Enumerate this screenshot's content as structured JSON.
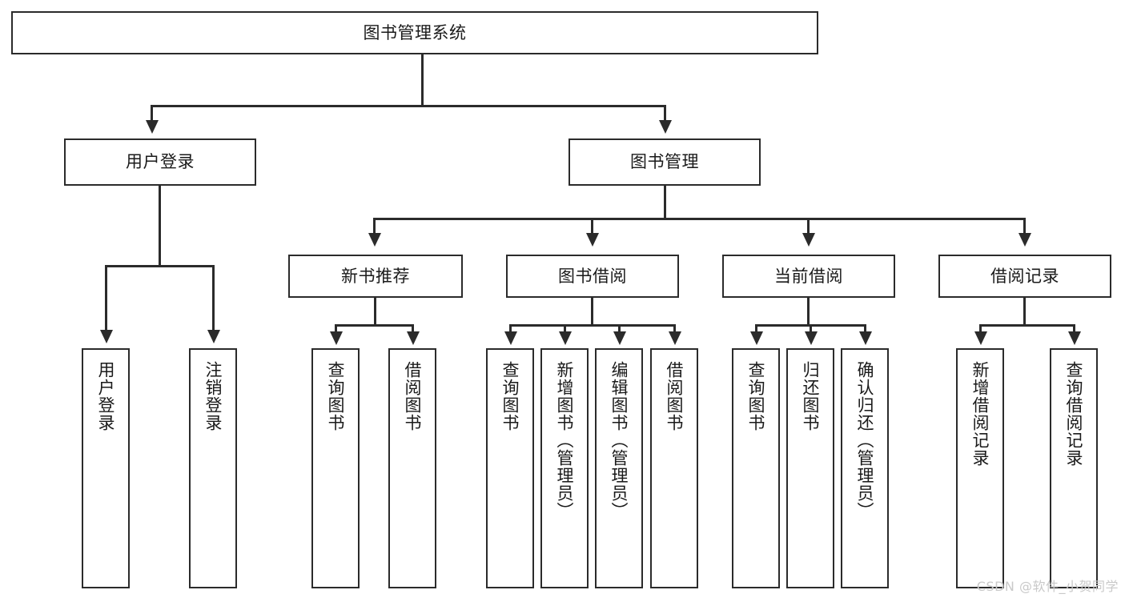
{
  "diagram": {
    "type": "tree-hierarchy-diagram",
    "title": "图书管理系统",
    "colors": {
      "stroke": "#2b2b2b",
      "fill": "#ffffff",
      "text": "#1a1a1a",
      "watermark": "#c9c9c9"
    },
    "levels": [
      {
        "level": 1,
        "nodes": [
          {
            "id": "root",
            "label": "图书管理系统",
            "orientation": "horizontal"
          }
        ]
      },
      {
        "level": 2,
        "nodes": [
          {
            "id": "login",
            "label": "用户登录",
            "orientation": "horizontal",
            "parent": "root"
          },
          {
            "id": "bookmgmt",
            "label": "图书管理",
            "orientation": "horizontal",
            "parent": "root"
          }
        ]
      },
      {
        "level": 3,
        "nodes": [
          {
            "id": "newbook",
            "label": "新书推荐",
            "orientation": "horizontal",
            "parent": "bookmgmt"
          },
          {
            "id": "borrow",
            "label": "图书借阅",
            "orientation": "horizontal",
            "parent": "bookmgmt"
          },
          {
            "id": "current",
            "label": "当前借阅",
            "orientation": "horizontal",
            "parent": "bookmgmt"
          },
          {
            "id": "record",
            "label": "借阅记录",
            "orientation": "horizontal",
            "parent": "bookmgmt"
          }
        ]
      },
      {
        "level": 4,
        "nodes": [
          {
            "id": "leaf-user-login",
            "label": "用户登录",
            "orientation": "vertical",
            "parent": "login"
          },
          {
            "id": "leaf-user-logout",
            "label": "注销登录",
            "orientation": "vertical",
            "parent": "login"
          },
          {
            "id": "leaf-query-book-1",
            "label": "查询图书",
            "orientation": "vertical",
            "parent": "newbook"
          },
          {
            "id": "leaf-borrow-book-1",
            "label": "借阅图书",
            "orientation": "vertical",
            "parent": "newbook"
          },
          {
            "id": "leaf-query-book-2",
            "label": "查询图书",
            "orientation": "vertical",
            "parent": "borrow"
          },
          {
            "id": "leaf-add-book",
            "label": "新增图书（管理员）",
            "orientation": "vertical",
            "parent": "borrow"
          },
          {
            "id": "leaf-edit-book",
            "label": "编辑图书（管理员）",
            "orientation": "vertical",
            "parent": "borrow"
          },
          {
            "id": "leaf-borrow-book-2",
            "label": "借阅图书",
            "orientation": "vertical",
            "parent": "borrow"
          },
          {
            "id": "leaf-query-book-3",
            "label": "查询图书",
            "orientation": "vertical",
            "parent": "current"
          },
          {
            "id": "leaf-return-book",
            "label": "归还图书",
            "orientation": "vertical",
            "parent": "current"
          },
          {
            "id": "leaf-confirm-return",
            "label": "确认归还（管理员）",
            "orientation": "vertical",
            "parent": "current"
          },
          {
            "id": "leaf-add-record",
            "label": "新增借阅记录",
            "orientation": "vertical",
            "parent": "record"
          },
          {
            "id": "leaf-query-record",
            "label": "查询借阅记录",
            "orientation": "vertical",
            "parent": "record"
          }
        ]
      }
    ]
  },
  "watermark": {
    "text": "CSDN @软件_小贺同学"
  }
}
